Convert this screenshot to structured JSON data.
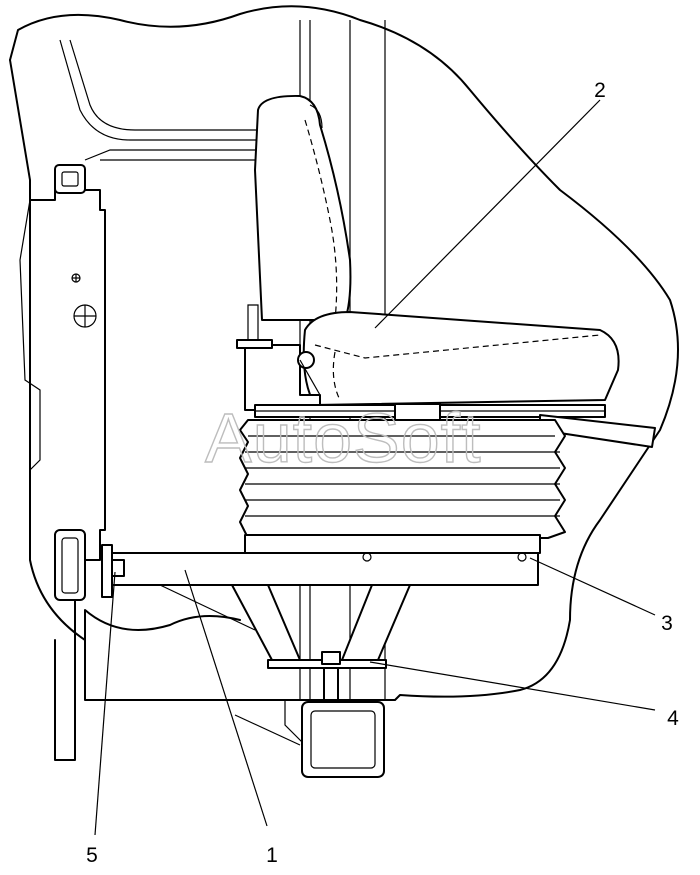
{
  "watermark": "AutoSoft",
  "callouts": [
    {
      "id": "1",
      "label": "1"
    },
    {
      "id": "2",
      "label": "2"
    },
    {
      "id": "3",
      "label": "3"
    },
    {
      "id": "4",
      "label": "4"
    },
    {
      "id": "5",
      "label": "5"
    }
  ],
  "colors": {
    "line": "#000000",
    "background": "#ffffff",
    "watermark": "#bdbdbd"
  }
}
